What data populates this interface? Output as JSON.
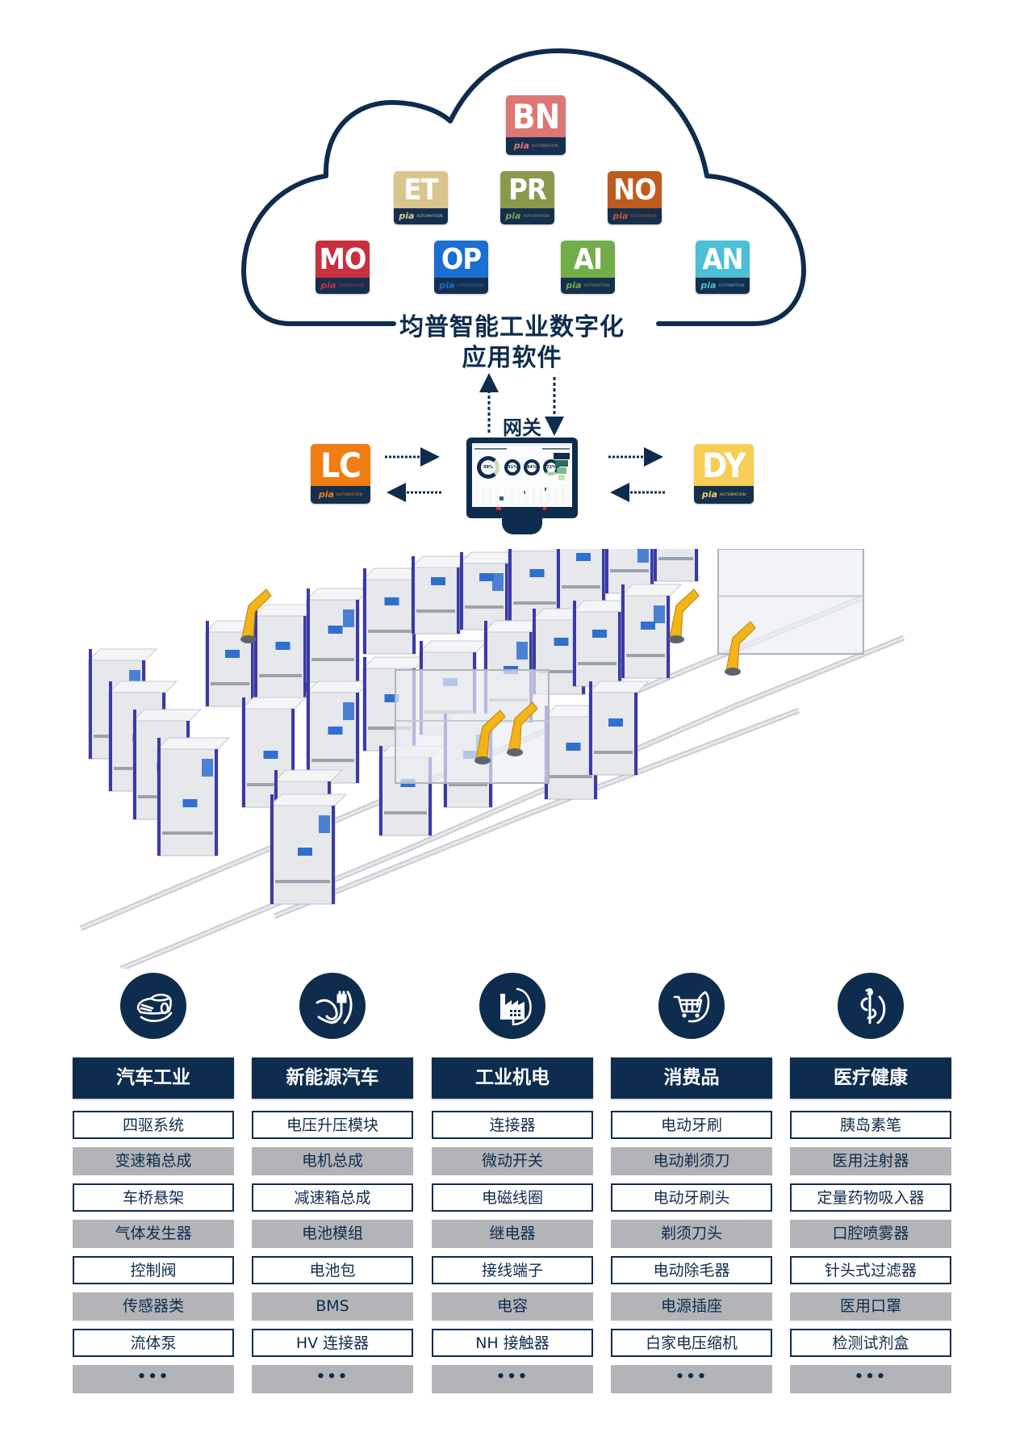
{
  "cloud": {
    "title_line1": "均普智能工业数字化",
    "title_line2": "应用软件",
    "apps": [
      {
        "code": "BN",
        "color": "#dc7776",
        "brand": "pia",
        "brand_sub": "AUTOMATION"
      },
      {
        "code": "ET",
        "color": "#d9c68e",
        "brand": "pia",
        "brand_sub": "AUTOMATION"
      },
      {
        "code": "PR",
        "color": "#8a9a4c",
        "brand": "pia",
        "brand_sub": "AUTOMATION"
      },
      {
        "code": "NO",
        "color": "#bf5b1f",
        "brand": "pia",
        "brand_sub": "AUTOMATION"
      },
      {
        "code": "MO",
        "color": "#c8303e",
        "brand": "pia",
        "brand_sub": "AUTOMATION"
      },
      {
        "code": "OP",
        "color": "#1a6fd0",
        "brand": "pia",
        "brand_sub": "AUTOMATION"
      },
      {
        "code": "AI",
        "color": "#72ad4a",
        "brand": "pia",
        "brand_sub": "AUTOMATION"
      },
      {
        "code": "AN",
        "color": "#4bbfd4",
        "brand": "pia",
        "brand_sub": "AUTOMATION"
      }
    ]
  },
  "gateway": {
    "label": "网关",
    "dashboard_gauges": [
      "98%",
      "91%",
      "84%",
      "72%"
    ],
    "side_apps": [
      {
        "code": "LC",
        "color": "#f07e14",
        "brand": "pia",
        "brand_sub": "AUTOMATION"
      },
      {
        "code": "DY",
        "color": "#f6cd57",
        "brand": "pia",
        "brand_sub": "AUTOMATION"
      }
    ]
  },
  "colors": {
    "navy": "#0e2c4d",
    "cell_gray": "#b2b4b8",
    "factory_blue": "#2f6fd0",
    "robot_yellow": "#f2b417",
    "frame_purple": "#3b3aa8"
  },
  "industries": [
    {
      "title": "汽车工业",
      "icon": "car-icon",
      "items": [
        "四驱系统",
        "变速箱总成",
        "车桥悬架",
        "气体发生器",
        "控制阀",
        "传感器类",
        "流体泵",
        "•••"
      ]
    },
    {
      "title": "新能源汽车",
      "icon": "ev-charging-icon",
      "items": [
        "电压升压模块",
        "电机总成",
        "减速箱总成",
        "电池模组",
        "电池包",
        "BMS",
        "HV 连接器",
        "•••"
      ]
    },
    {
      "title": "工业机电",
      "icon": "factory-icon",
      "items": [
        "连接器",
        "微动开关",
        "电磁线圈",
        "继电器",
        "接线端子",
        "电容",
        "NH 接触器",
        "•••"
      ]
    },
    {
      "title": "消费品",
      "icon": "shopping-cart-icon",
      "items": [
        "电动牙刷",
        "电动剃须刀",
        "电动牙刷头",
        "剃须刀头",
        "电动除毛器",
        "电源插座",
        "白家电压缩机",
        "•••"
      ]
    },
    {
      "title": "医疗健康",
      "icon": "medical-icon",
      "items": [
        "胰岛素笔",
        "医用注射器",
        "定量药物吸入器",
        "口腔喷雾器",
        "针头式过滤器",
        "医用口罩",
        "检测试剂盒",
        "•••"
      ]
    }
  ]
}
